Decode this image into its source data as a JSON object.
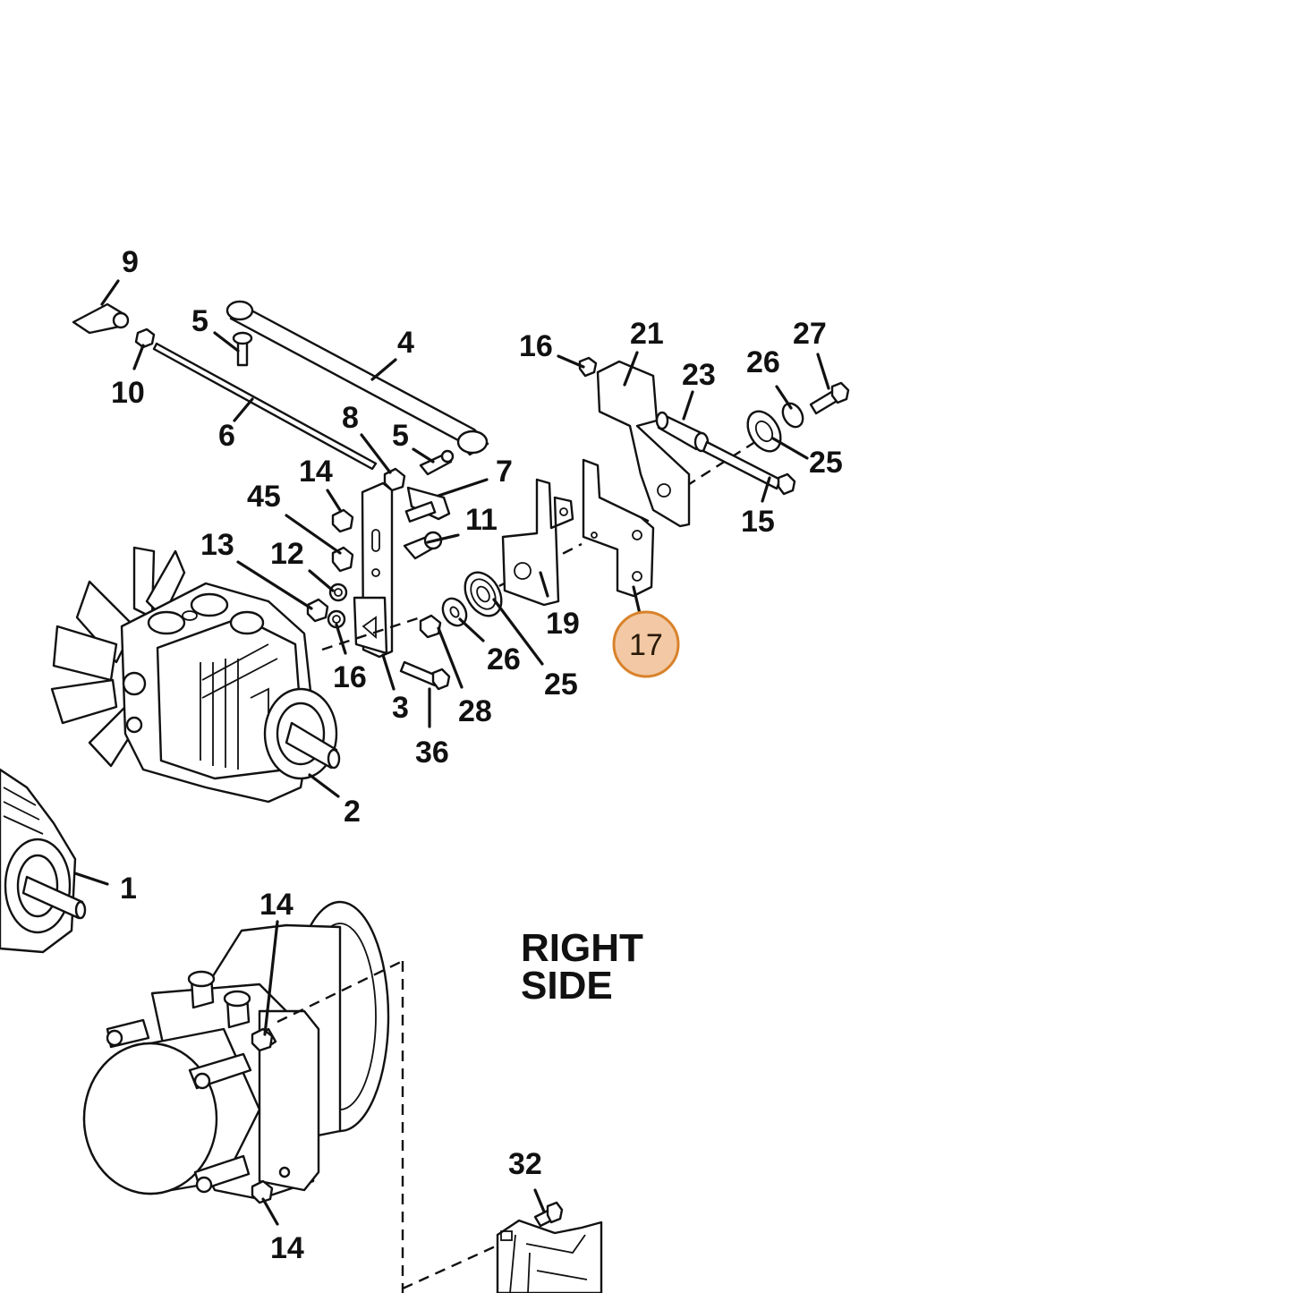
{
  "diagram": {
    "caption_line1": "RIGHT",
    "caption_line2": "SIDE",
    "highlight_color": "#f2c9a4",
    "highlight_border": "#d9822b",
    "callouts": {
      "c9": "9",
      "c5a": "5",
      "c10": "10",
      "c4": "4",
      "c6": "6",
      "c8": "8",
      "c5b": "5",
      "c7": "7",
      "c14a": "14",
      "c45": "45",
      "c11": "11",
      "c13": "13",
      "c12": "12",
      "c16a": "16",
      "c3": "3",
      "c28": "28",
      "c36": "36",
      "c26a": "26",
      "c25a": "25",
      "c19": "19",
      "c17": "17",
      "c16b": "16",
      "c21": "21",
      "c23": "23",
      "c26b": "26",
      "c27": "27",
      "c25b": "25",
      "c15": "15",
      "c2": "2",
      "c1": "1",
      "c14b": "14",
      "c14c": "14",
      "c32": "32"
    }
  }
}
